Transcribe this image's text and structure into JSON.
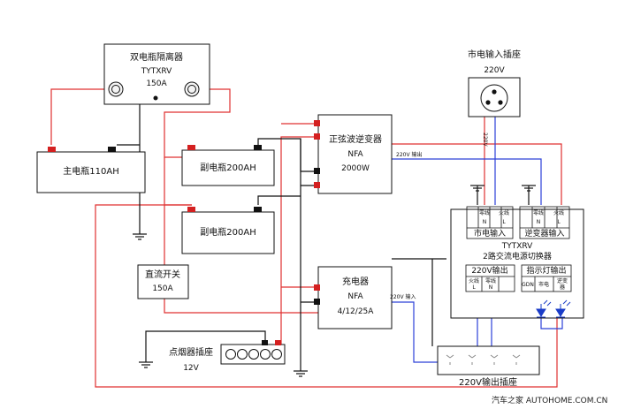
{
  "isolator": {
    "title": "双电瓶隔离器",
    "brand": "TYTXRV",
    "rating": "150A"
  },
  "main_battery": {
    "label": "主电瓶110AH"
  },
  "aux_battery_1": {
    "label": "副电瓶200AH"
  },
  "aux_battery_2": {
    "label": "副电瓶200AH"
  },
  "dc_switch": {
    "title": "直流开关",
    "rating": "150A"
  },
  "cigarette_socket": {
    "title": "点烟器插座",
    "voltage": "12V"
  },
  "mains_socket": {
    "title": "市电输入插座",
    "voltage": "220V",
    "wire_label": "220V"
  },
  "inverter": {
    "title": "正弦波逆变器",
    "brand": "NFA",
    "power": "2000W",
    "output_label": "220V 输出"
  },
  "charger": {
    "title": "充电器",
    "brand": "NFA",
    "rating": "4/12/25A",
    "input_label": "220V 输入"
  },
  "switcher": {
    "mains_input": {
      "neutral": "零线",
      "live": "火线",
      "n": "N",
      "l": "L",
      "label": "市电输入"
    },
    "inverter_input": {
      "neutral": "零线",
      "live": "火线",
      "n": "N",
      "l": "L",
      "label": "逆变器输入"
    },
    "brand": "TYTXRV",
    "title": "2路交流电源切换器",
    "output": {
      "label": "220V输出",
      "live": "火线",
      "neutral": "零线",
      "l": "L",
      "n": "N"
    },
    "indicator": {
      "label": "指示灯输出",
      "gdn": "GDN",
      "mains": "市电",
      "inverter_1": "逆变",
      "inverter_2": "器"
    }
  },
  "output_socket": {
    "label": "220V输出插座"
  },
  "watermark": {
    "text": "汽车之家 AUTOHOME.COM.CN"
  },
  "colors": {
    "positive": "#e03030",
    "negative": "#111111",
    "ac": "#2c40d8",
    "terminal_red": "#d42020",
    "led": "#1a3cc8"
  }
}
